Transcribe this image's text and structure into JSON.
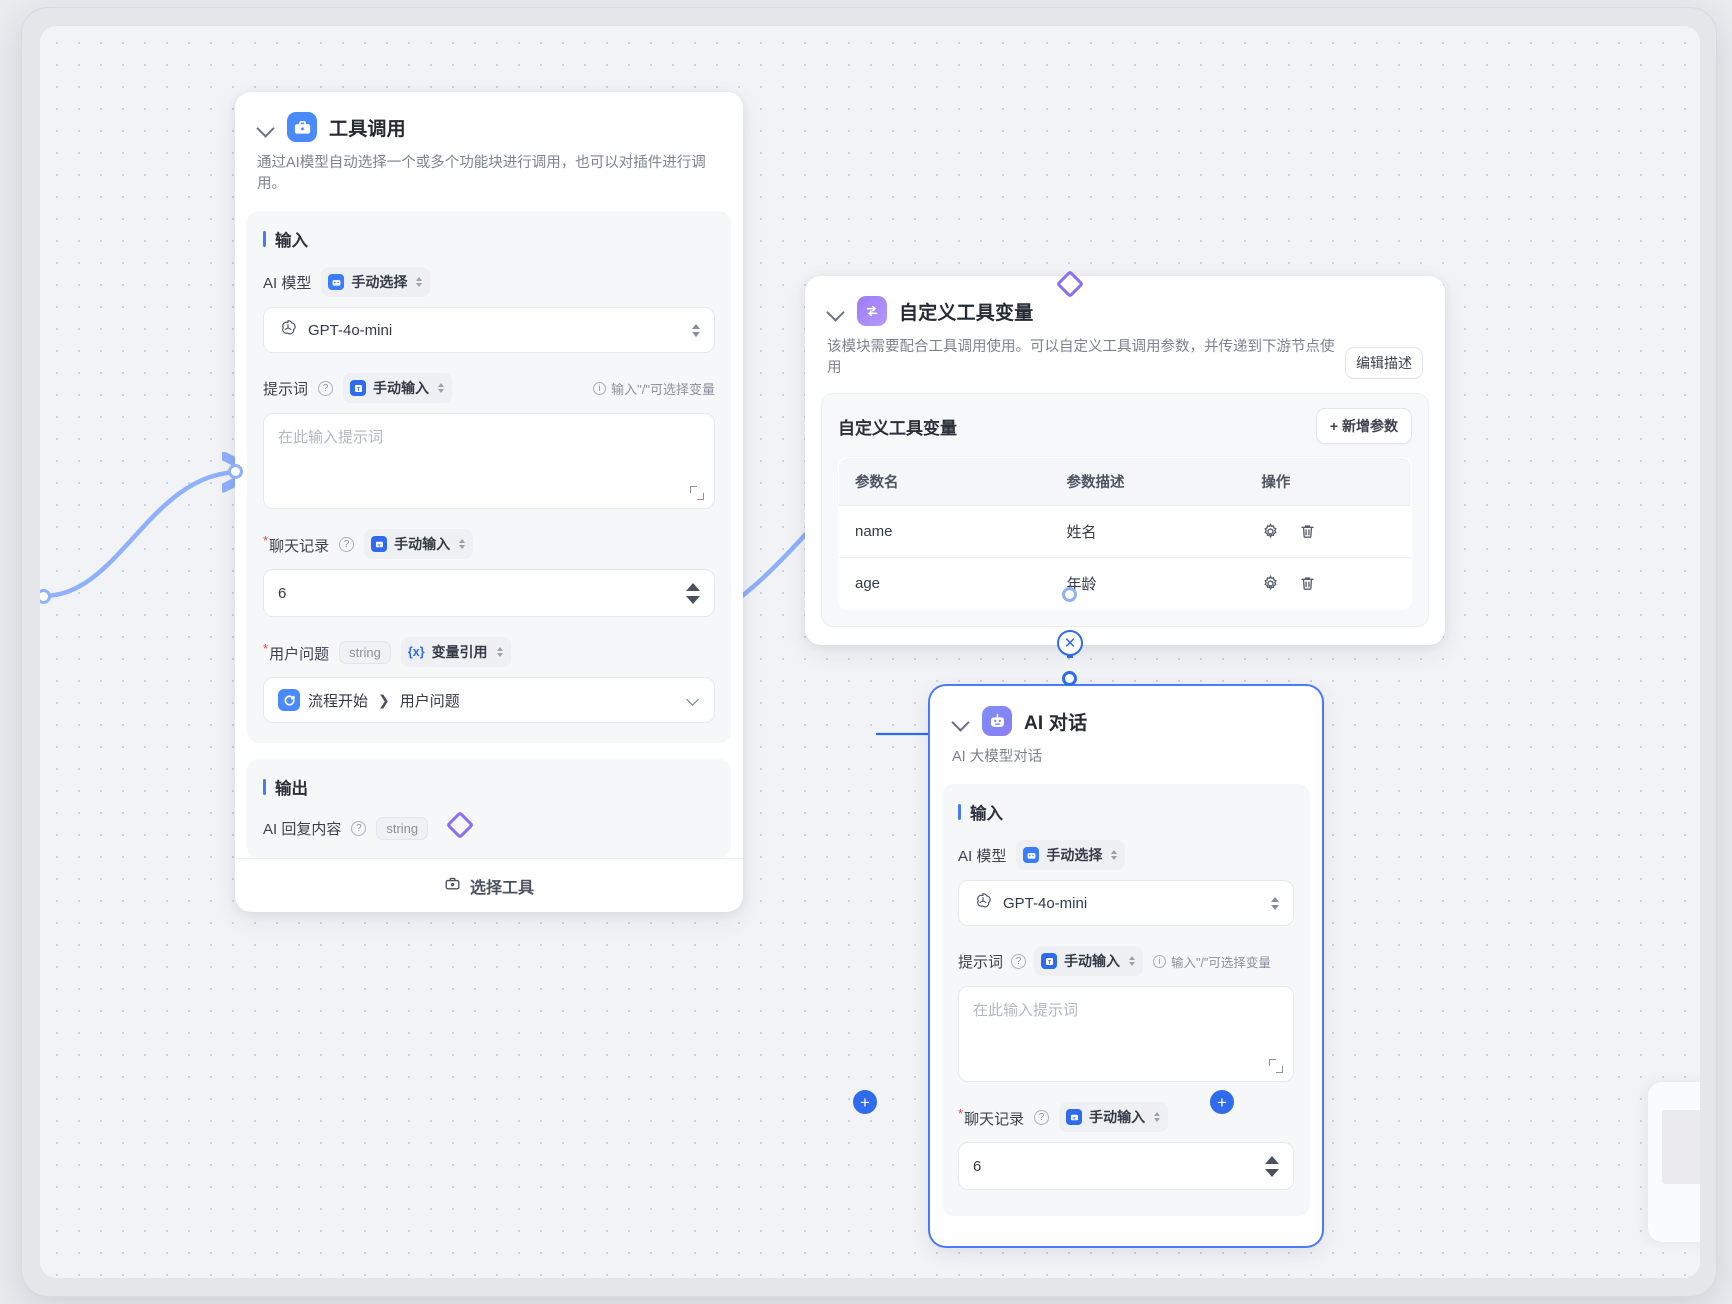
{
  "canvas": {
    "background_color": "#f2f3f6",
    "accent_color": "#4a7afb",
    "edge_color": "#8fb0fb",
    "diamond_color": "#8b6ff0"
  },
  "nodes": [
    {
      "id": "tool-call",
      "title": "工具调用",
      "description": "通过AI模型自动选择一个或多个功能块进行调用，也可以对插件进行调用。",
      "icon": "toolbox-icon",
      "input_section_label": "输入",
      "output_section_label": "输出",
      "fields": {
        "ai_model_label": "AI 模型",
        "ai_model_mode": "手动选择",
        "ai_model_value": "GPT-4o-mini",
        "prompt_label": "提示词",
        "prompt_mode": "手动输入",
        "prompt_hint": "输入\"/\"可选择变量",
        "prompt_placeholder": "在此输入提示词",
        "chat_history_label": "聊天记录",
        "chat_history_mode": "手动输入",
        "chat_history_value": "6",
        "user_question_label": "用户问题",
        "user_question_type": "string",
        "user_question_mode": "变量引用",
        "user_question_ref_node": "流程开始",
        "user_question_ref_field": "用户问题"
      },
      "output": {
        "label": "AI 回复内容",
        "type": "string"
      },
      "footer_button": "选择工具"
    },
    {
      "id": "custom-tool-vars",
      "title": "自定义工具变量",
      "description": "该模块需要配合工具调用使用。可以自定义工具调用参数，并传递到下游节点使用",
      "icon": "variables-icon",
      "edit_desc_button": "编辑描述",
      "panel_title": "自定义工具变量",
      "add_param_button": "+ 新增参数",
      "table": {
        "columns": [
          "参数名",
          "参数描述",
          "操作"
        ],
        "rows": [
          {
            "name": "name",
            "desc": "姓名",
            "actions": [
              "gear-icon",
              "trash-icon"
            ]
          },
          {
            "name": "age",
            "desc": "年龄",
            "actions": [
              "gear-icon",
              "trash-icon"
            ]
          }
        ]
      }
    },
    {
      "id": "ai-chat",
      "title": "AI 对话",
      "description": "AI 大模型对话",
      "icon": "robot-icon",
      "selected": true,
      "input_section_label": "输入",
      "fields": {
        "ai_model_label": "AI 模型",
        "ai_model_mode": "手动选择",
        "ai_model_value": "GPT-4o-mini",
        "prompt_label": "提示词",
        "prompt_mode": "手动输入",
        "prompt_hint": "输入\"/\"可选择变量",
        "prompt_placeholder": "在此输入提示词",
        "chat_history_label": "聊天记录",
        "chat_history_mode": "手动输入",
        "chat_history_value": "6"
      }
    }
  ],
  "edges": {
    "delete_glyph": "✕"
  }
}
